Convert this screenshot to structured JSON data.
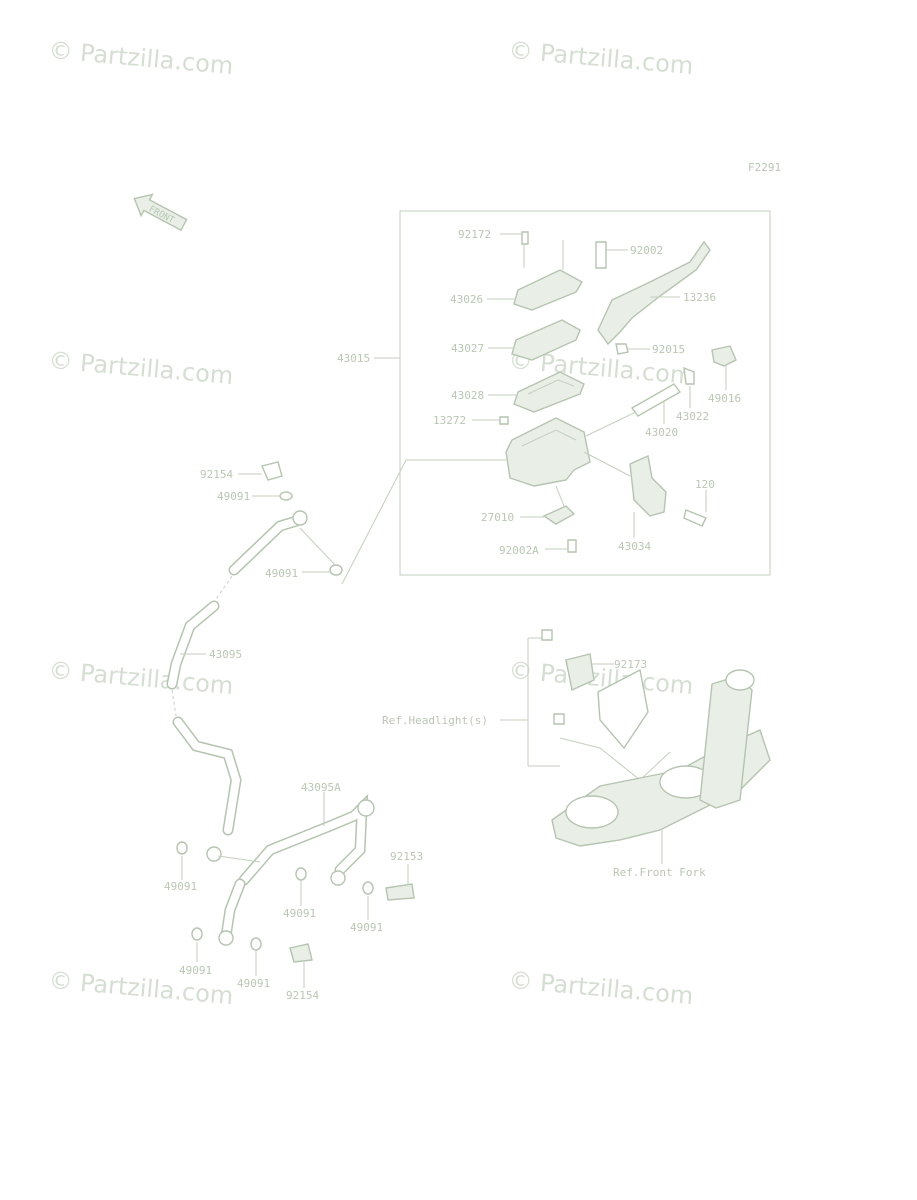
{
  "figure_code": "F2291",
  "front_arrow": "FRONT",
  "watermark": "© Partzilla.com",
  "labels": {
    "p92172": "92172",
    "p92002": "92002",
    "p43026": "43026",
    "p13236": "13236",
    "p43027": "43027",
    "p92015": "92015",
    "p43015": "43015",
    "p43028": "43028",
    "p43022": "43022",
    "p49016": "49016",
    "p13272": "13272",
    "p43020": "43020",
    "p92154a": "92154",
    "p49091a": "49091",
    "p120": "120",
    "p27010": "27010",
    "p43034": "43034",
    "p92002A": "92002A",
    "p49091b": "49091",
    "p43095": "43095",
    "p92173": "92173",
    "ref_headlight": "Ref.Headlight(s)",
    "p43095A": "43095A",
    "ref_front_fork": "Ref.Front Fork",
    "p92153": "92153",
    "p49091c": "49091",
    "p49091d": "49091",
    "p49091e": "49091",
    "p49091f": "49091",
    "p49091g": "49091",
    "p92154b": "92154"
  }
}
